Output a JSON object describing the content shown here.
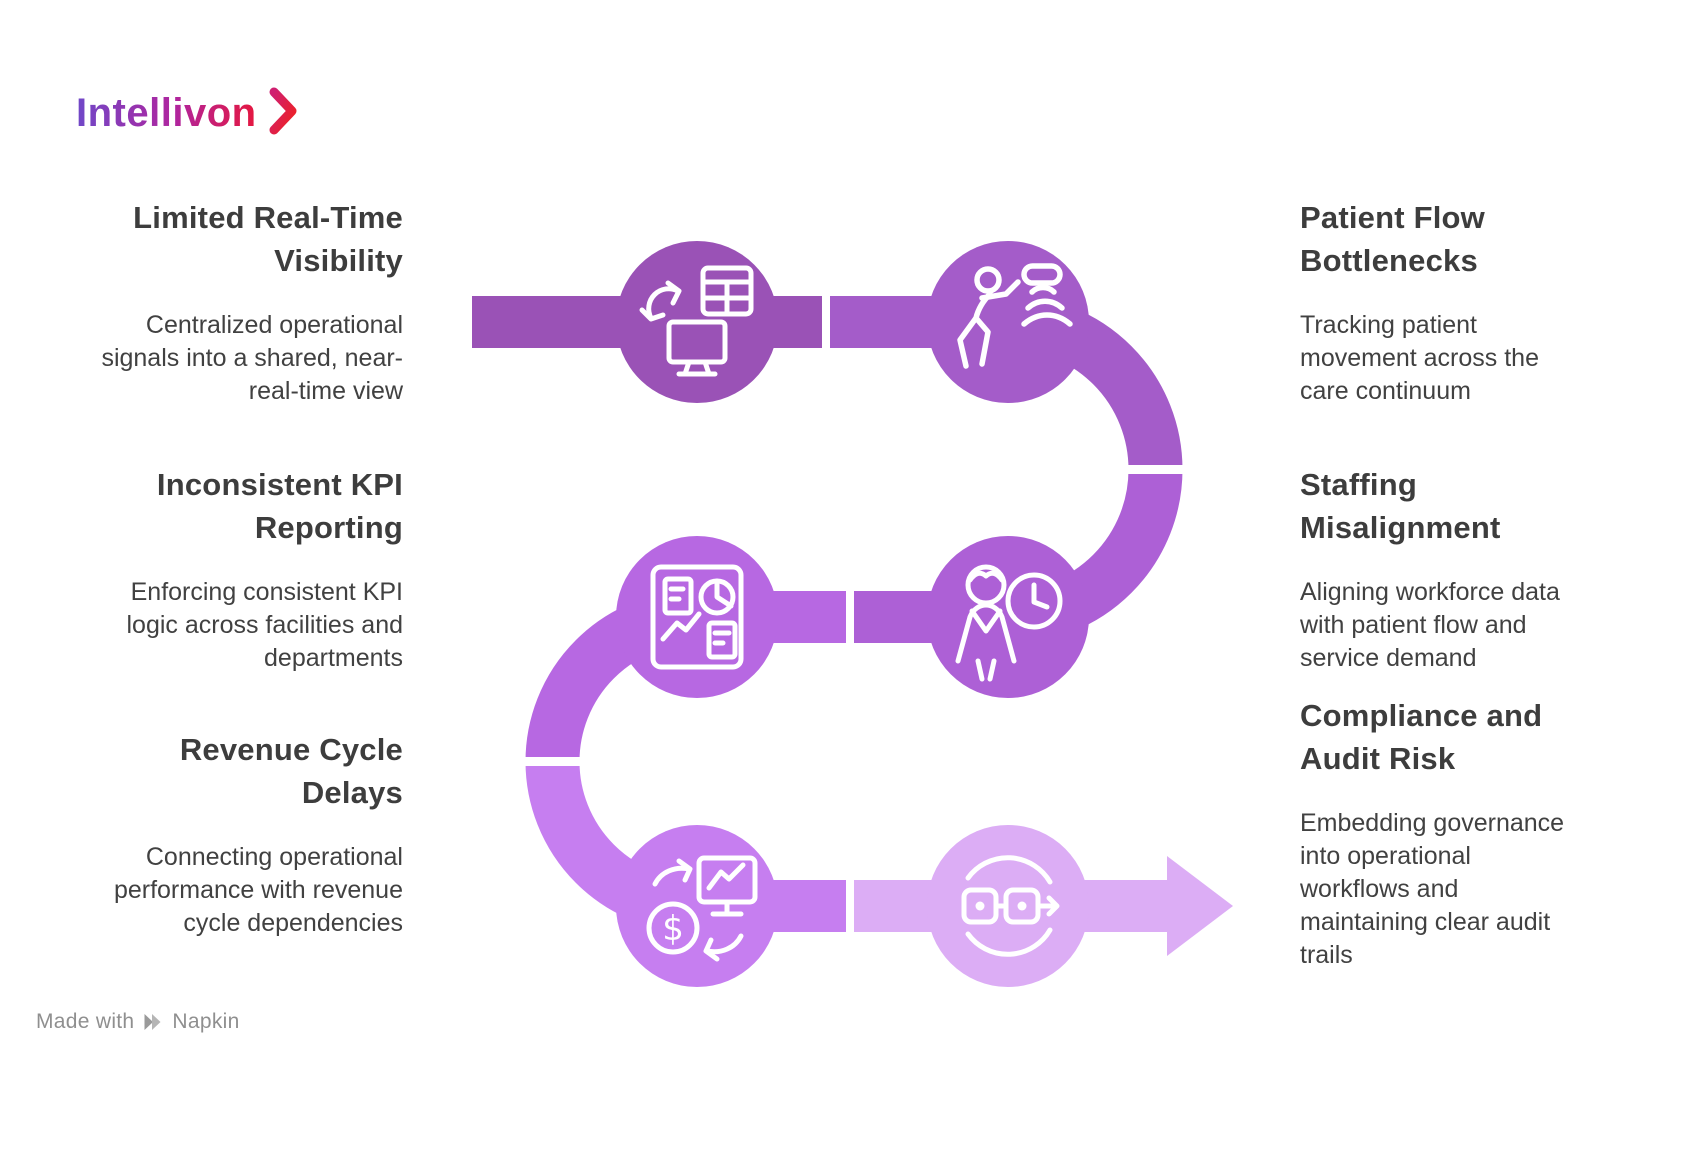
{
  "logo": {
    "text": "Intellivon",
    "gradient_start": "#7048c8",
    "gradient_mid": "#b0259e",
    "gradient_end": "#e5173f",
    "chevron_start": "#cf1f70",
    "chevron_end": "#ef2121"
  },
  "left_items": [
    {
      "title": "Limited Real-Time Visibility",
      "description": "Centralized operational signals into a shared, near-real-time view"
    },
    {
      "title": "Inconsistent KPI Reporting",
      "description": "Enforcing consistent KPI logic across facilities and departments"
    },
    {
      "title": "Revenue Cycle Delays",
      "description": "Connecting operational performance with revenue cycle dependencies"
    }
  ],
  "right_items": [
    {
      "title": "Patient Flow Bottlenecks",
      "description": "Tracking patient movement across the care continuum"
    },
    {
      "title": "Staffing Misalignment",
      "description": "Aligning workforce data with patient flow and service demand"
    },
    {
      "title": "Compliance and Audit Risk",
      "description": "Embedding governance into operational workflows and maintaining clear audit trails"
    }
  ],
  "flow": {
    "segments": [
      {
        "name": "limited-real-time-visibility",
        "color": "#9a52b6"
      },
      {
        "name": "patient-flow-bottlenecks",
        "color": "#a45cc9"
      },
      {
        "name": "staffing-misalignment",
        "color": "#ad60d6"
      },
      {
        "name": "inconsistent-kpi-reporting",
        "color": "#b768e2"
      },
      {
        "name": "revenue-cycle-delays",
        "color": "#c67ef0"
      },
      {
        "name": "compliance-and-audit-risk",
        "color": "#dcadf5"
      }
    ],
    "icon_color": "#ffffff",
    "gap_color": "#ffffff"
  },
  "footer": {
    "prefix": "Made with",
    "brand": "Napkin"
  }
}
